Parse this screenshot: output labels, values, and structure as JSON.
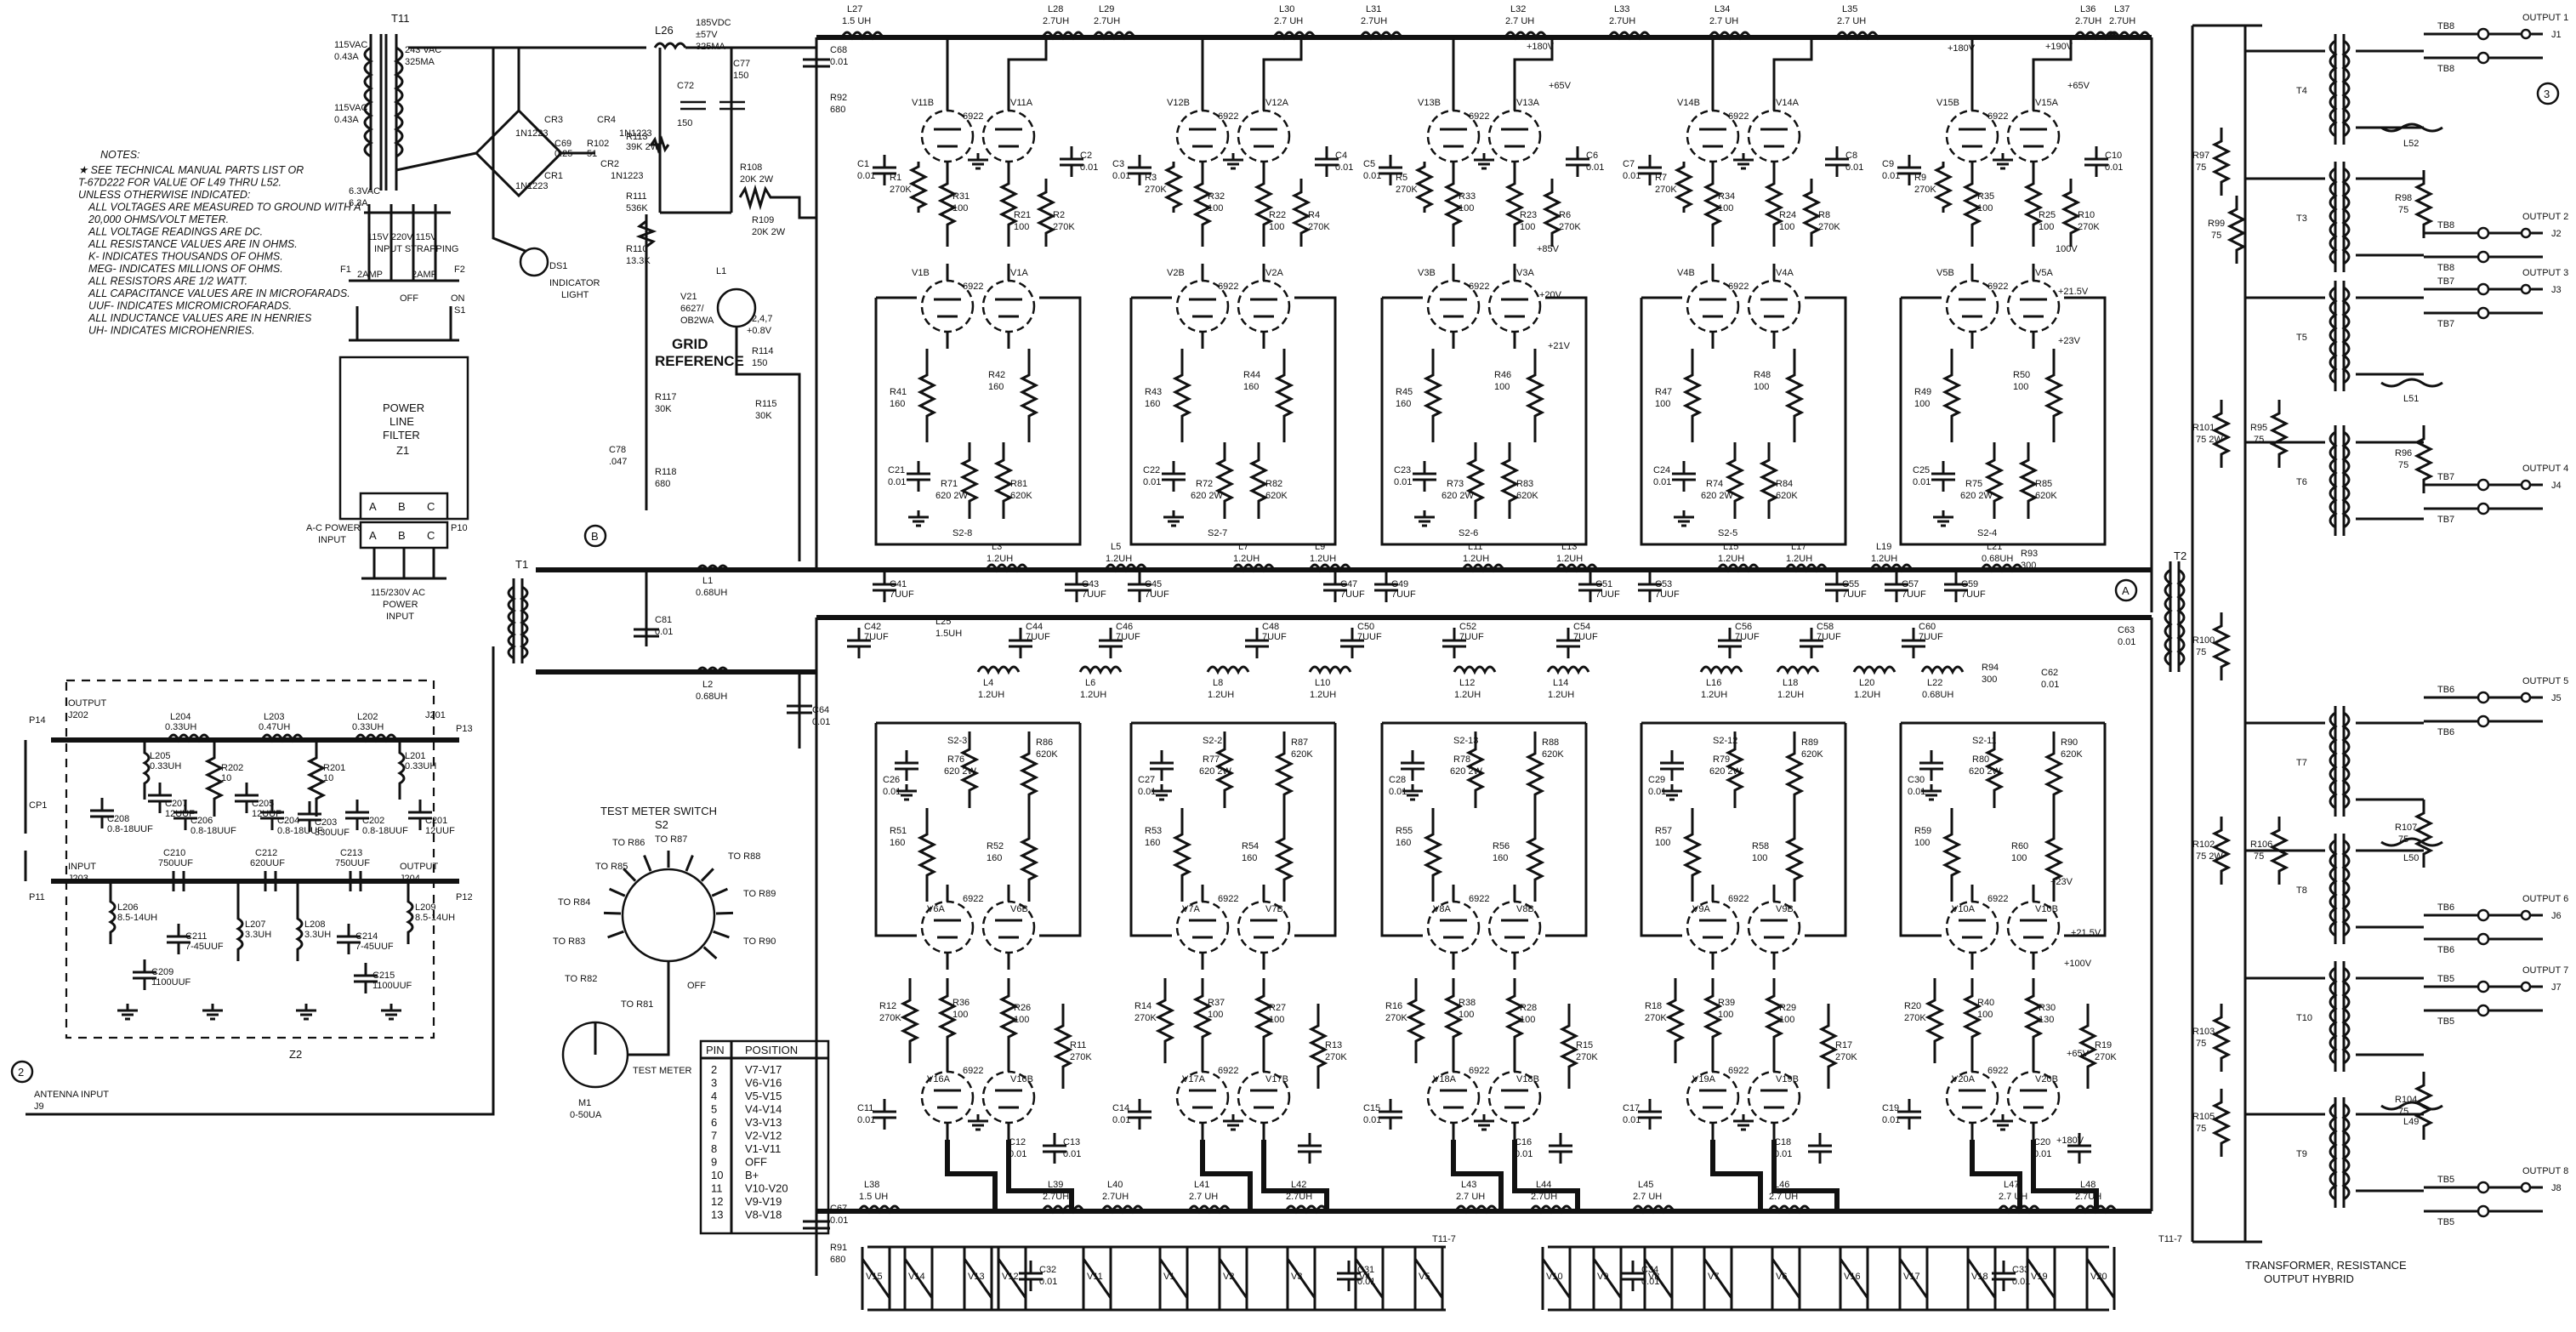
{
  "notes": {
    "title": "NOTES:",
    "lines": [
      "★ SEE TECHNICAL MANUAL PARTS LIST OR",
      "T-67D222 FOR VALUE OF L49 THRU L52.",
      "UNLESS OTHERWISE INDICATED:",
      "ALL VOLTAGES ARE MEASURED TO GROUND WITH A",
      "20,000 OHMS/VOLT METER.",
      "ALL VOLTAGE READINGS ARE DC.",
      "ALL RESISTANCE VALUES ARE IN OHMS.",
      "K- INDICATES THOUSANDS OF OHMS.",
      "MEG- INDICATES MILLIONS OF OHMS.",
      "ALL RESISTORS ARE 1/2 WATT.",
      "ALL CAPACITANCE VALUES ARE IN MICROFARADS.",
      "UUF- INDICATES MICROMICROFARADS.",
      "ALL INDUCTANCE VALUES ARE IN HENRIES",
      "UH- INDICATES MICROHENRIES."
    ]
  },
  "power": {
    "t11": "T11",
    "vac115": "115VAC",
    "a043": "0.43A",
    "vac243": "243 VAC",
    "ma325": "325MA",
    "vac115b": "115VAC",
    "a043b": "0.43A",
    "vac63": "6.3VAC",
    "a63": "6.3A",
    "l26": "L26",
    "vdc185": "185VDC",
    "vdc57": "±57V",
    "ma325b": "325MA",
    "cr1": "CR1",
    "cr2": "CR2",
    "cr3": "CR3",
    "cr4": "CR4",
    "in1223a": "1N1223",
    "in1223b": "1N1223",
    "in1223c": "1N1223",
    "in1223d": "1N1223",
    "c69": "C69",
    "c69v": "0.25",
    "r102": "R102",
    "r102v": "51",
    "r113": "R113",
    "r113v": "39K 2W",
    "c72": "C72",
    "c72v": "150",
    "c77": "C77",
    "c77v": "150",
    "r108": "R108",
    "r108v": "20K 2W",
    "r109": "R109",
    "r109v": "20K 2W",
    "r111": "R111",
    "r111v": "536K",
    "r110": "R110",
    "r110v": "13.3K",
    "v21": "V21",
    "v21a": "6627/",
    "v21b": "OB2WA",
    "l1": "L1",
    "r114": "R114",
    "r114v": "150",
    "r115": "R115",
    "r115v": "30K",
    "r117": "R117",
    "r117v": "30K",
    "c78": "C78",
    "c78v": ".047",
    "r118": "R118",
    "r118v": "680",
    "grid1": "GRID",
    "grid2": "REFERENCE",
    "plus08": "+0.8V",
    "pins247": "2,4,7",
    "ds1": "DS1",
    "ind1": "INDICATOR",
    "ind2": "LIGHT",
    "f1": "F1",
    "f2": "F2",
    "amp1": "2AMP",
    "amp2": "2AMP",
    "strap1": "115V  220V  115V",
    "strap2": "INPUT STRAPPING",
    "off": "OFF",
    "on": "ON",
    "s1": "S1",
    "plf1": "POWER",
    "plf2": "LINE",
    "plf3": "FILTER",
    "plf4": "Z1",
    "a": "A",
    "b": "B",
    "c": "C",
    "a2": "A",
    "b2": "B",
    "c2": "C",
    "acin1": "A-C POWER",
    "acin2": "INPUT",
    "p10": "P10",
    "pin1": "115/230V AC",
    "pin2": "POWER",
    "pin3": "INPUT"
  },
  "input": {
    "t1": "T1",
    "c81": "C81",
    "c81v": "0.01",
    "l1": "L1",
    "l1v": "0.68UH",
    "l2": "L2",
    "l2v": "0.68UH",
    "c64": "C64",
    "c64v": "0.01",
    "circleB": "B"
  },
  "z2": {
    "label": "Z2",
    "output": "OUTPUT",
    "j202": "J202",
    "p14": "P14",
    "j201": "J201",
    "p13": "P13",
    "input": "INPUT",
    "j203": "J203",
    "p11": "P11",
    "output2": "OUTPUT",
    "j204": "J204",
    "p12": "P12",
    "cp1": "CP1",
    "l204": "L204",
    "l204v": "0.33UH",
    "l203": "L203",
    "l203v": "0.47UH",
    "l202": "L202",
    "l202v": "0.33UH",
    "l205": "L205",
    "l205v": "0.33UH",
    "l201": "L201",
    "l201v": "0.33UH",
    "c208": "C208",
    "c208v": "0.8-18UUF",
    "c207": "C207",
    "c207v": "12UUF",
    "c206": "C206",
    "c206v": "0.8-18UUF",
    "r202": "R202",
    "r202v": "10",
    "c205": "C205",
    "c205v": "12UUF",
    "c204": "C204",
    "c204v": "0.8-18UUF",
    "r201": "R201",
    "r201v": "10",
    "c203": "C203",
    "c203v": "330UUF",
    "c202": "C202",
    "c202v": "0.8-18UUF",
    "c201": "C201",
    "c201v": "12UUF",
    "c210": "C210",
    "c210v": "750UUF",
    "c212": "C212",
    "c212v": "620UUF",
    "c213": "C213",
    "c213v": "750UUF",
    "l206": "L206",
    "l206v": "8.5-14UH",
    "c211": "C211",
    "c211v": "7-45UUF",
    "l207": "L207",
    "l207v": "3.3UH",
    "l208": "L208",
    "l208v": "3.3UH",
    "c214": "C214",
    "c214v": "7-45UUF",
    "l209": "L209",
    "l209v": "8.5-14UH",
    "c209": "C209",
    "c209v": "1100UUF",
    "c215": "C215",
    "c215v": "1100UUF",
    "ant1": "ANTENNA INPUT",
    "j9": "J9",
    "circle2": "2"
  },
  "meter": {
    "title": "TEST METER SWITCH",
    "s2": "S2",
    "r85": "TO R85",
    "r86": "TO R86",
    "r87": "TO R87",
    "r88": "TO R88",
    "r89": "TO R89",
    "r90": "TO R90",
    "r84": "TO R84",
    "r83": "TO R83",
    "r82": "TO R82",
    "r81": "TO R81",
    "off": "OFF",
    "m1": "M1",
    "m1v": "0-50UA",
    "tm": "TEST METER"
  },
  "table": {
    "headers": [
      "PIN",
      "POSITION"
    ],
    "rows": [
      [
        "2",
        "V7-V17"
      ],
      [
        "3",
        "V6-V16"
      ],
      [
        "4",
        "V5-V15"
      ],
      [
        "5",
        "V4-V14"
      ],
      [
        "6",
        "V3-V13"
      ],
      [
        "7",
        "V2-V12"
      ],
      [
        "8",
        "V1-V11"
      ],
      [
        "9",
        "OFF"
      ],
      [
        "10",
        "B+"
      ],
      [
        "11",
        "V10-V20"
      ],
      [
        "12",
        "V9-V19"
      ],
      [
        "13",
        "V8-V18"
      ]
    ]
  },
  "upper": {
    "top_labels": [
      "L27",
      "L28",
      "L29",
      "L30",
      "L31",
      "L32",
      "L33",
      "L34",
      "L35",
      "L36",
      "L37"
    ],
    "top_values": [
      "1.5 UH",
      "2.7UH",
      "2.7UH",
      "2.7 UH",
      "2.7UH",
      "2.7 UH",
      "2.7UH",
      "2.7 UH",
      "2.7 UH",
      "2.7UH",
      "2.7UH"
    ],
    "c68": "C68",
    "c68v": "0.01",
    "r92": "R92",
    "r92v": "680",
    "stages": [
      {
        "vtop1": "V11B",
        "vtop2": "V11A",
        "vbot1": "V1B",
        "vbot2": "V1A",
        "t1": "6922",
        "t2": "6922",
        "c1": "C1",
        "c1v": "0.01",
        "c2": "C2",
        "c2v": "0.01",
        "r1": "R1",
        "r1v": "270K",
        "r31": "R31",
        "r31v": "100",
        "r21": "R21",
        "r21v": "100",
        "r2": "R2",
        "r2v": "270K",
        "r41": "R41",
        "r41v": "160",
        "r42": "R42",
        "r42v": "160",
        "c21": "C21",
        "c21v": "0.01",
        "r71": "R71",
        "r71v": "620 2W",
        "r81": "R81",
        "r81v": "620K",
        "s2": "S2-8",
        "v1": "",
        "v2": "",
        "v3": ""
      },
      {
        "vtop1": "V12B",
        "vtop2": "V12A",
        "vbot1": "V2B",
        "vbot2": "V2A",
        "t1": "6922",
        "t2": "6922",
        "c1": "C3",
        "c1v": "0.01",
        "c2": "C4",
        "c2v": "0.01",
        "r1": "R3",
        "r1v": "270K",
        "r31": "R32",
        "r31v": "100",
        "r21": "R22",
        "r21v": "100",
        "r2": "R4",
        "r2v": "270K",
        "r41": "R43",
        "r41v": "160",
        "r42": "R44",
        "r42v": "160",
        "c21": "C22",
        "c21v": "0.01",
        "r71": "R72",
        "r71v": "620 2W",
        "r81": "R82",
        "r81v": "620K",
        "s2": "S2-7",
        "v1": "",
        "v2": "",
        "v3": ""
      },
      {
        "vtop1": "V13B",
        "vtop2": "V13A",
        "vbot1": "V3B",
        "vbot2": "V3A",
        "t1": "6922",
        "t2": "6922",
        "c1": "C5",
        "c1v": "0.01",
        "c2": "C6",
        "c2v": "0.01",
        "r1": "R5",
        "r1v": "270K",
        "r31": "R33",
        "r31v": "100",
        "r21": "R23",
        "r21v": "100",
        "r2": "R6",
        "r2v": "270K",
        "r41": "R45",
        "r41v": "160",
        "r42": "R46",
        "r42v": "100",
        "c21": "C23",
        "c21v": "0.01",
        "r71": "R73",
        "r71v": "620 2W",
        "r81": "R83",
        "r81v": "620K",
        "s2": "S2-6",
        "v1": "+180V",
        "v2": "+65V",
        "v3": "+85V"
      },
      {
        "vtop1": "V14B",
        "vtop2": "V14A",
        "vbot1": "V4B",
        "vbot2": "V4A",
        "t1": "6922",
        "t2": "6922",
        "c1": "C7",
        "c1v": "0.01",
        "c2": "C8",
        "c2v": "0.01",
        "r1": "R7",
        "r1v": "270K",
        "r31": "R34",
        "r31v": "100",
        "r21": "R24",
        "r21v": "100",
        "r2": "R8",
        "r2v": "270K",
        "r41": "R47",
        "r41v": "100",
        "r42": "R48",
        "r42v": "100",
        "c21": "C24",
        "c21v": "0.01",
        "r71": "R74",
        "r71v": "620 2W",
        "r81": "R84",
        "r81v": "620K",
        "s2": "S2-5",
        "v1": "",
        "v2": "",
        "v3": ""
      },
      {
        "vtop1": "V15B",
        "vtop2": "V15A",
        "vbot1": "V5B",
        "vbot2": "V5A",
        "t1": "6922",
        "t2": "6922",
        "c1": "C9",
        "c1v": "0.01",
        "c2": "C10",
        "c2v": "0.01",
        "r1": "R9",
        "r1v": "270K",
        "r31": "R35",
        "r31v": "100",
        "r21": "R25",
        "r21v": "100",
        "r2": "R10",
        "r2v": "270K",
        "r41": "R49",
        "r41v": "100",
        "r42": "R50",
        "r42v": "100",
        "c21": "C25",
        "c21v": "0.01",
        "r71": "R75",
        "r71v": "620 2W",
        "r81": "R85",
        "r81v": "620K",
        "s2": "S2-4",
        "v1": "+190V",
        "v2": "+65V",
        "v3": "100V"
      }
    ],
    "mid_volts": [
      "+20V",
      "+21V",
      "+21.5V",
      "+23V",
      "+180V"
    ],
    "r93": "R93",
    "r93v": "300",
    "bus_caps": [
      "C41",
      "C43",
      "C45",
      "C47",
      "C49",
      "C51",
      "C53",
      "C55",
      "C57",
      "C59"
    ],
    "bus_caps_v": [
      "7UUF",
      "7UUF",
      "7UUF",
      "7UUF",
      "7UUF",
      "7UUF",
      "7UUF",
      "7UUF",
      "7UUF",
      "7UUF"
    ],
    "bus_ind": [
      "L3",
      "L5",
      "L7",
      "L9",
      "L11",
      "L13",
      "L15",
      "L17",
      "L19",
      "L21"
    ],
    "bus_ind_v": [
      "1.2UH",
      "1.2UH",
      "1.2UH",
      "1.2UH",
      "1.2UH",
      "1.2UH",
      "1.2UH",
      "1.2UH",
      "1.2UH",
      "0.68UH"
    ]
  },
  "lower": {
    "bus_caps": [
      "C42",
      "C44",
      "C46",
      "C48",
      "C50",
      "C52",
      "C54",
      "C56",
      "C58",
      "C60"
    ],
    "bus_caps_v": [
      "7UUF",
      "7UUF",
      "7UUF",
      "7UUF",
      "7UUF",
      "7UUF",
      "7UUF",
      "7UUF",
      "7UUF",
      "7UUF"
    ],
    "bus_ind": [
      "L4",
      "L6",
      "L8",
      "L10",
      "L12",
      "L14",
      "L16",
      "L18",
      "L20",
      "L22"
    ],
    "bus_ind_v": [
      "1.2UH",
      "1.2UH",
      "1.2UH",
      "1.2UH",
      "1.2UH",
      "1.2UH",
      "1.2UH",
      "1.2UH",
      "1.2UH",
      "0.68UH"
    ],
    "l25": "L25",
    "l25v": "1.5UH",
    "r94": "R94",
    "r94v": "300",
    "c62": "C62",
    "c62v": "0.01",
    "c63": "C63",
    "c63v": "0.01",
    "stages": [
      {
        "vtop1": "V6A",
        "vtop2": "V6B",
        "vbot1": "V16A",
        "vbot2": "V16B",
        "t1": "6922",
        "t2": "6922",
        "s2": "S2-3",
        "c26": "C26",
        "c26v": "0.01",
        "r76": "R76",
        "r76v": "620 2W",
        "r86": "R86",
        "r86v": "620K",
        "r51": "R51",
        "r51v": "160",
        "r52": "R52",
        "r52v": "160",
        "r12": "R12",
        "r12v": "270K",
        "r36": "R36",
        "r36v": "100",
        "r26": "R26",
        "r26v": "100",
        "r11": "R11",
        "r11v": "270K",
        "c11": "C11",
        "c11v": "0.01",
        "c12": "C12",
        "c12v": "0.01",
        "c13": "C13",
        "c13v": "0.01",
        "v1": "",
        "v2": "",
        "v3": ""
      },
      {
        "vtop1": "V7A",
        "vtop2": "V7B",
        "vbot1": "V17A",
        "vbot2": "V17B",
        "t1": "6922",
        "t2": "6922",
        "s2": "S2-2",
        "c26": "C27",
        "c26v": "0.01",
        "r76": "R77",
        "r76v": "620 2W",
        "r86": "R87",
        "r86v": "620K",
        "r51": "R53",
        "r51v": "160",
        "r52": "R54",
        "r52v": "160",
        "r12": "R14",
        "r12v": "270K",
        "r36": "R37",
        "r36v": "100",
        "r26": "R27",
        "r26v": "100",
        "r11": "R13",
        "r11v": "270K",
        "c11": "C14",
        "c11v": "0.01",
        "c12": "",
        "c12v": "",
        "c13": "",
        "c13v": "",
        "v1": "",
        "v2": "",
        "v3": ""
      },
      {
        "vtop1": "V8A",
        "vtop2": "V8B",
        "vbot1": "V18A",
        "vbot2": "V18B",
        "t1": "6922",
        "t2": "6922",
        "s2": "S2-13",
        "c26": "C28",
        "c26v": "0.01",
        "r76": "R78",
        "r76v": "620 2W",
        "r86": "R88",
        "r86v": "620K",
        "r51": "R55",
        "r51v": "160",
        "r52": "R56",
        "r52v": "160",
        "r12": "R16",
        "r12v": "270K",
        "r36": "R38",
        "r36v": "100",
        "r26": "R28",
        "r26v": "100",
        "r11": "R15",
        "r11v": "270K",
        "c11": "C15",
        "c11v": "0.01",
        "c12": "C16",
        "c12v": "0.01",
        "c13": "",
        "c13v": "",
        "v1": "",
        "v2": "",
        "v3": ""
      },
      {
        "vtop1": "V9A",
        "vtop2": "V9B",
        "vbot1": "V19A",
        "vbot2": "V19B",
        "t1": "6922",
        "t2": "6922",
        "s2": "S2-12",
        "c26": "C29",
        "c26v": "0.01",
        "r76": "R79",
        "r76v": "620 2W",
        "r86": "R89",
        "r86v": "620K",
        "r51": "R57",
        "r51v": "100",
        "r52": "R58",
        "r52v": "100",
        "r12": "R18",
        "r12v": "270K",
        "r36": "R39",
        "r36v": "100",
        "r26": "R29",
        "r26v": "100",
        "r11": "R17",
        "r11v": "270K",
        "c11": "C17",
        "c11v": "0.01",
        "c12": "C18",
        "c12v": "0.01",
        "c13": "",
        "c13v": "",
        "v1": "",
        "v2": "",
        "v3": ""
      },
      {
        "vtop1": "V10A",
        "vtop2": "V10B",
        "vbot1": "V20A",
        "vbot2": "V20B",
        "t1": "6922",
        "t2": "6922",
        "s2": "S2-11",
        "c26": "C30",
        "c26v": "0.01",
        "r76": "R80",
        "r76v": "620 2W",
        "r86": "R90",
        "r86v": "620K",
        "r51": "R59",
        "r51v": "100",
        "r52": "R60",
        "r52v": "100",
        "r12": "R20",
        "r12v": "270K",
        "r36": "R40",
        "r36v": "100",
        "r26": "R30",
        "r26v": "130",
        "r11": "R19",
        "r11v": "270K",
        "c11": "C19",
        "c11v": "0.01",
        "c12": "C20",
        "c12v": "0.01",
        "c13": "",
        "c13v": "",
        "v1": "+23V",
        "v2": "+21.5V",
        "v3": "+100V"
      }
    ],
    "volt_b1": "+65V",
    "volt_b2": "+180V",
    "bot_labels": [
      "L38",
      "L39",
      "L40",
      "L41",
      "L42",
      "L43",
      "L44",
      "L45",
      "L46",
      "L47",
      "L48"
    ],
    "bot_values": [
      "1.5 UH",
      "2.7UH",
      "2.7UH",
      "2.7 UH",
      "2.7UH",
      "2.7 UH",
      "2.7UH",
      "2.7 UH",
      "2.7 UH",
      "2.7 UH",
      "2.7UH"
    ],
    "c67": "C67",
    "c67v": "0.01",
    "r91": "R91",
    "r91v": "680",
    "t11_1": "T11-7",
    "t11_2": "T11-7",
    "filaments": [
      "V15",
      "V14",
      "V13",
      "V12",
      "V11",
      "V1",
      "V2",
      "V3",
      "V4",
      "V5",
      "V10",
      "V9",
      "V8",
      "V7",
      "V6",
      "V16",
      "V17",
      "V18",
      "V19",
      "V20"
    ],
    "fil_caps": [
      "C32",
      "C31",
      "C34",
      "C33"
    ],
    "fil_caps_v": [
      "0.01",
      "0.01",
      "0.01",
      "0.01"
    ]
  },
  "hybrid": {
    "t2": "T2",
    "circleA": "A",
    "title1": "TRANSFORMER, RESISTANCE",
    "title2": "OUTPUT HYBRID",
    "transformers": [
      "T4",
      "T3",
      "T5",
      "T6",
      "T7",
      "T8",
      "T10",
      "T9"
    ],
    "resistors": [
      {
        "n": "R97",
        "v": "75"
      },
      {
        "n": "R99",
        "v": "75"
      },
      {
        "n": "R98",
        "v": "75"
      },
      {
        "n": "R101",
        "v": "75 2W"
      },
      {
        "n": "R95",
        "v": "75"
      },
      {
        "n": "R96",
        "v": "75"
      },
      {
        "n": "R100",
        "v": "75"
      },
      {
        "n": "R102",
        "v": "75 2W"
      },
      {
        "n": "R106",
        "v": "75"
      },
      {
        "n": "R107",
        "v": "75"
      },
      {
        "n": "R103",
        "v": "75"
      },
      {
        "n": "R105",
        "v": "75"
      },
      {
        "n": "R104",
        "v": "75"
      }
    ],
    "chokes": [
      "L52",
      "L51",
      "L50",
      "L49"
    ],
    "outputs": [
      {
        "name": "OUTPUT 1",
        "j": "J1",
        "tb1": "TB8",
        "tb2": "TB8"
      },
      {
        "name": "OUTPUT 2",
        "j": "J2",
        "tb1": "TB8",
        "tb2": "TB8"
      },
      {
        "name": "OUTPUT 3",
        "j": "J3",
        "tb1": "TB7",
        "tb2": "TB7"
      },
      {
        "name": "OUTPUT 4",
        "j": "J4",
        "tb1": "TB7",
        "tb2": "TB7"
      },
      {
        "name": "OUTPUT 5",
        "j": "J5",
        "tb1": "TB6",
        "tb2": "TB6"
      },
      {
        "name": "OUTPUT 6",
        "j": "J6",
        "tb1": "TB6",
        "tb2": "TB6"
      },
      {
        "name": "OUTPUT 7",
        "j": "J7",
        "tb1": "TB5",
        "tb2": "TB5"
      },
      {
        "name": "OUTPUT 8",
        "j": "J8",
        "tb1": "TB5",
        "tb2": "TB5"
      }
    ],
    "circle3": "3"
  }
}
